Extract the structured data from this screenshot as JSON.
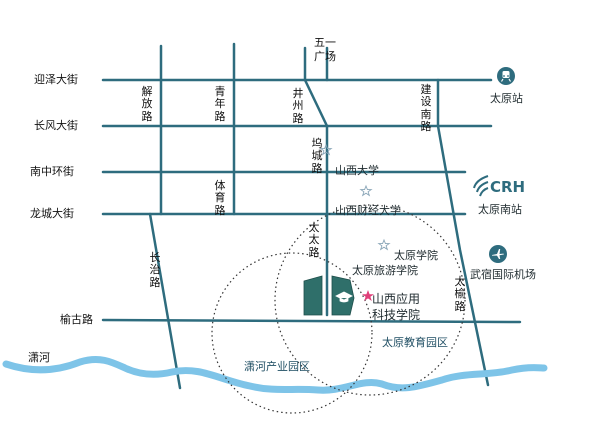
{
  "roads": {
    "yingze": "迎泽大街",
    "changfeng": "长风大街",
    "nanzhonghuan": "南中环街",
    "longcheng": "龙城大街",
    "yugu": "榆古路",
    "jiefang": "解放路",
    "qingnian": "青年路",
    "jingzhou": "井州路",
    "wucheng": "坞城路",
    "jianshenan": "建设南路",
    "tiyu": "体育路",
    "taitai": "太太路",
    "changzhi": "长治路",
    "taiyu": "太榆路"
  },
  "river": "潇河",
  "square": "五一广场",
  "places": {
    "taiyuan_station": "太原站",
    "taiyuan_south": "太原南站",
    "crh": "CRH",
    "airport": "武宿国际机场",
    "shanxi_univ": "山西大学",
    "finance_univ": "山西财经大学",
    "taiyuan_college": "太原学院",
    "tourism_college": "太原旅游学院",
    "applied_college_l1": "山西应用",
    "applied_college_l2": "科技学院"
  },
  "zones": {
    "education": "太原教育园区",
    "industry": "潇河产业园区"
  },
  "colors": {
    "road": "#2e6c7e",
    "river": "#7ec4e8",
    "campus": "#2f6f6a",
    "star_red": "#e0407a"
  }
}
